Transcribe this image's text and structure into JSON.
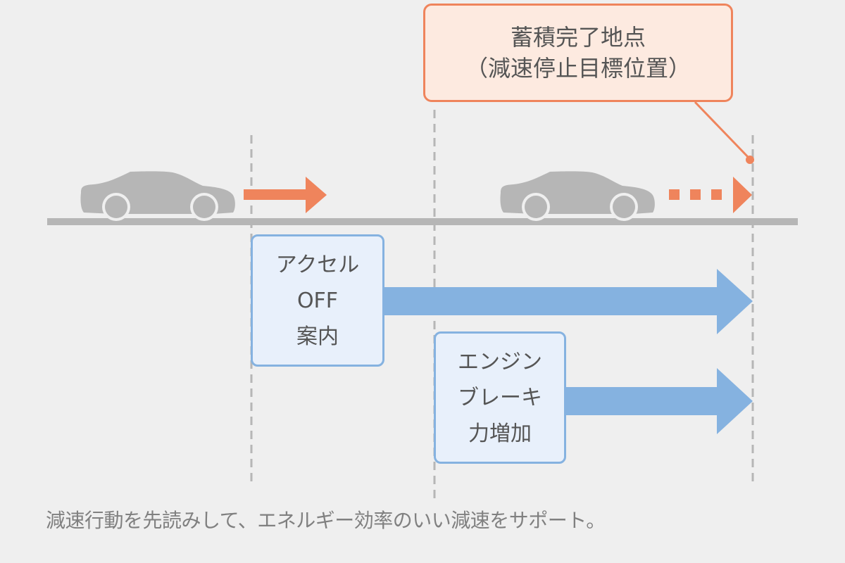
{
  "diagram": {
    "title": "Deceleration support diagram",
    "colors": {
      "background": "#efefef",
      "road": "#b6b6b6",
      "car": "#b6b6b6",
      "guide_line": "#b6b6b6",
      "motion_arrow": "#ef845c",
      "callout_fill": "#fdeae0",
      "callout_border": "#ef845c",
      "step_fill": "#e8f0fb",
      "step_border": "#85b2e0",
      "step_arrow": "#85b2e0",
      "text": "#555555",
      "caption_text": "#808080"
    },
    "callout": {
      "lines": [
        "蓄積完了地点",
        "（減速停止目標位置）"
      ]
    },
    "vehicles": [
      {
        "name": "car-current",
        "motion": "solid-arrow"
      },
      {
        "name": "car-decelerating",
        "motion": "dotted-arrow"
      }
    ],
    "steps": [
      {
        "lines": [
          "アクセル",
          "OFF",
          "案内"
        ]
      },
      {
        "lines": [
          "エンジン",
          "ブレーキ",
          "力増加"
        ]
      }
    ],
    "caption": "減速行動を先読みして、エネルギー効率のいい減速をサポート。"
  }
}
